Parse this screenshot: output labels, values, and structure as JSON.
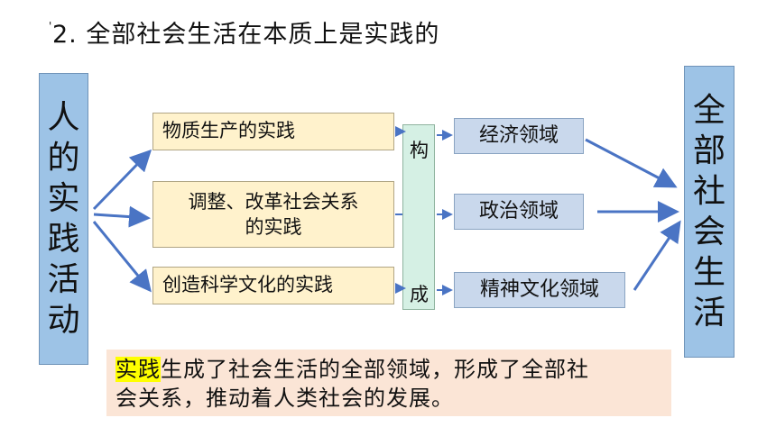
{
  "heading": {
    "marker": "'",
    "text": "2. 全部社会生活在本质上是实践的"
  },
  "left_box": {
    "chars": [
      "人",
      "的",
      "实",
      "践",
      "活",
      "动"
    ]
  },
  "practices": [
    {
      "text": "物质生产的实践"
    },
    {
      "line1": "调整、改革社会关系",
      "line2": "的实践"
    },
    {
      "text": "创造科学文化的实践"
    }
  ],
  "connector": {
    "top": "构",
    "bottom": "成"
  },
  "domains": [
    "经济领域",
    "政治领域",
    "精神文化领域"
  ],
  "right_box": {
    "chars": [
      "全",
      "部",
      "社",
      "会",
      "生",
      "活"
    ]
  },
  "summary": {
    "highlight": "实践",
    "line1_rest": "生成了社会生活的全部领域，形成了全部社",
    "line2": "会关系，推动着人类社会的发展。"
  },
  "colors": {
    "arrow": "#4a74c4",
    "side_box": "#9dc3e6",
    "practice_box": "#fff2cc",
    "domain_box": "#c9d8ec",
    "connector_box": "#d5f0e4",
    "summary_box": "#fbe5d6",
    "highlight": "#ffff00"
  }
}
